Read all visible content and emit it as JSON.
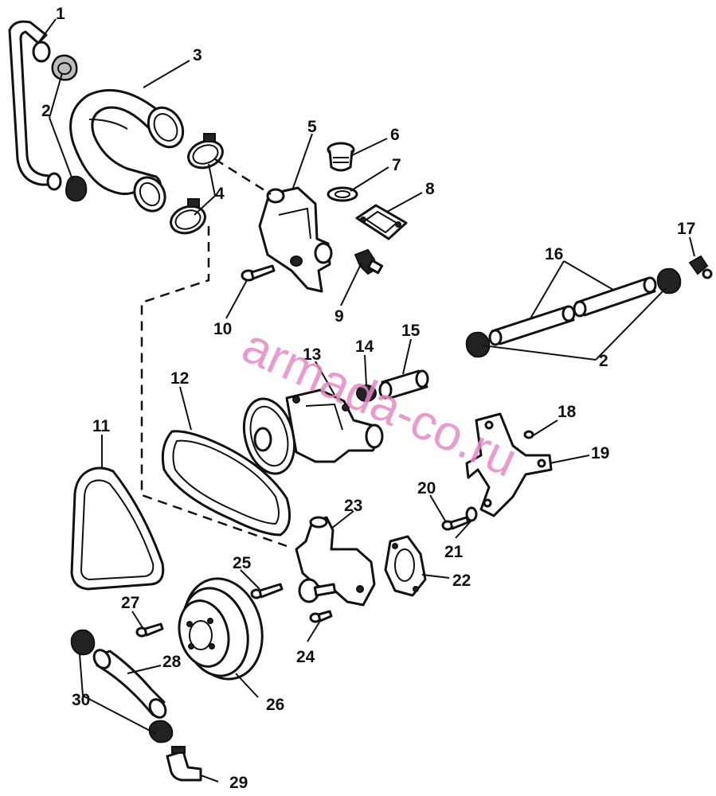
{
  "watermark": "armada-co.ru",
  "callouts": {
    "c1": "1",
    "c2": "2",
    "c3": "3",
    "c4": "4",
    "c5": "5",
    "c6": "6",
    "c7": "7",
    "c8": "8",
    "c9": "9",
    "c10": "10",
    "c11": "11",
    "c12": "12",
    "c13": "13",
    "c14": "14",
    "c15": "15",
    "c16": "16",
    "c17": "17",
    "c18": "18",
    "c19": "19",
    "c20": "20",
    "c21": "21",
    "c22": "22",
    "c23": "23",
    "c24": "24",
    "c25": "25",
    "c26": "26",
    "c27": "27",
    "c28": "28",
    "c29": "29",
    "c30": "30"
  }
}
